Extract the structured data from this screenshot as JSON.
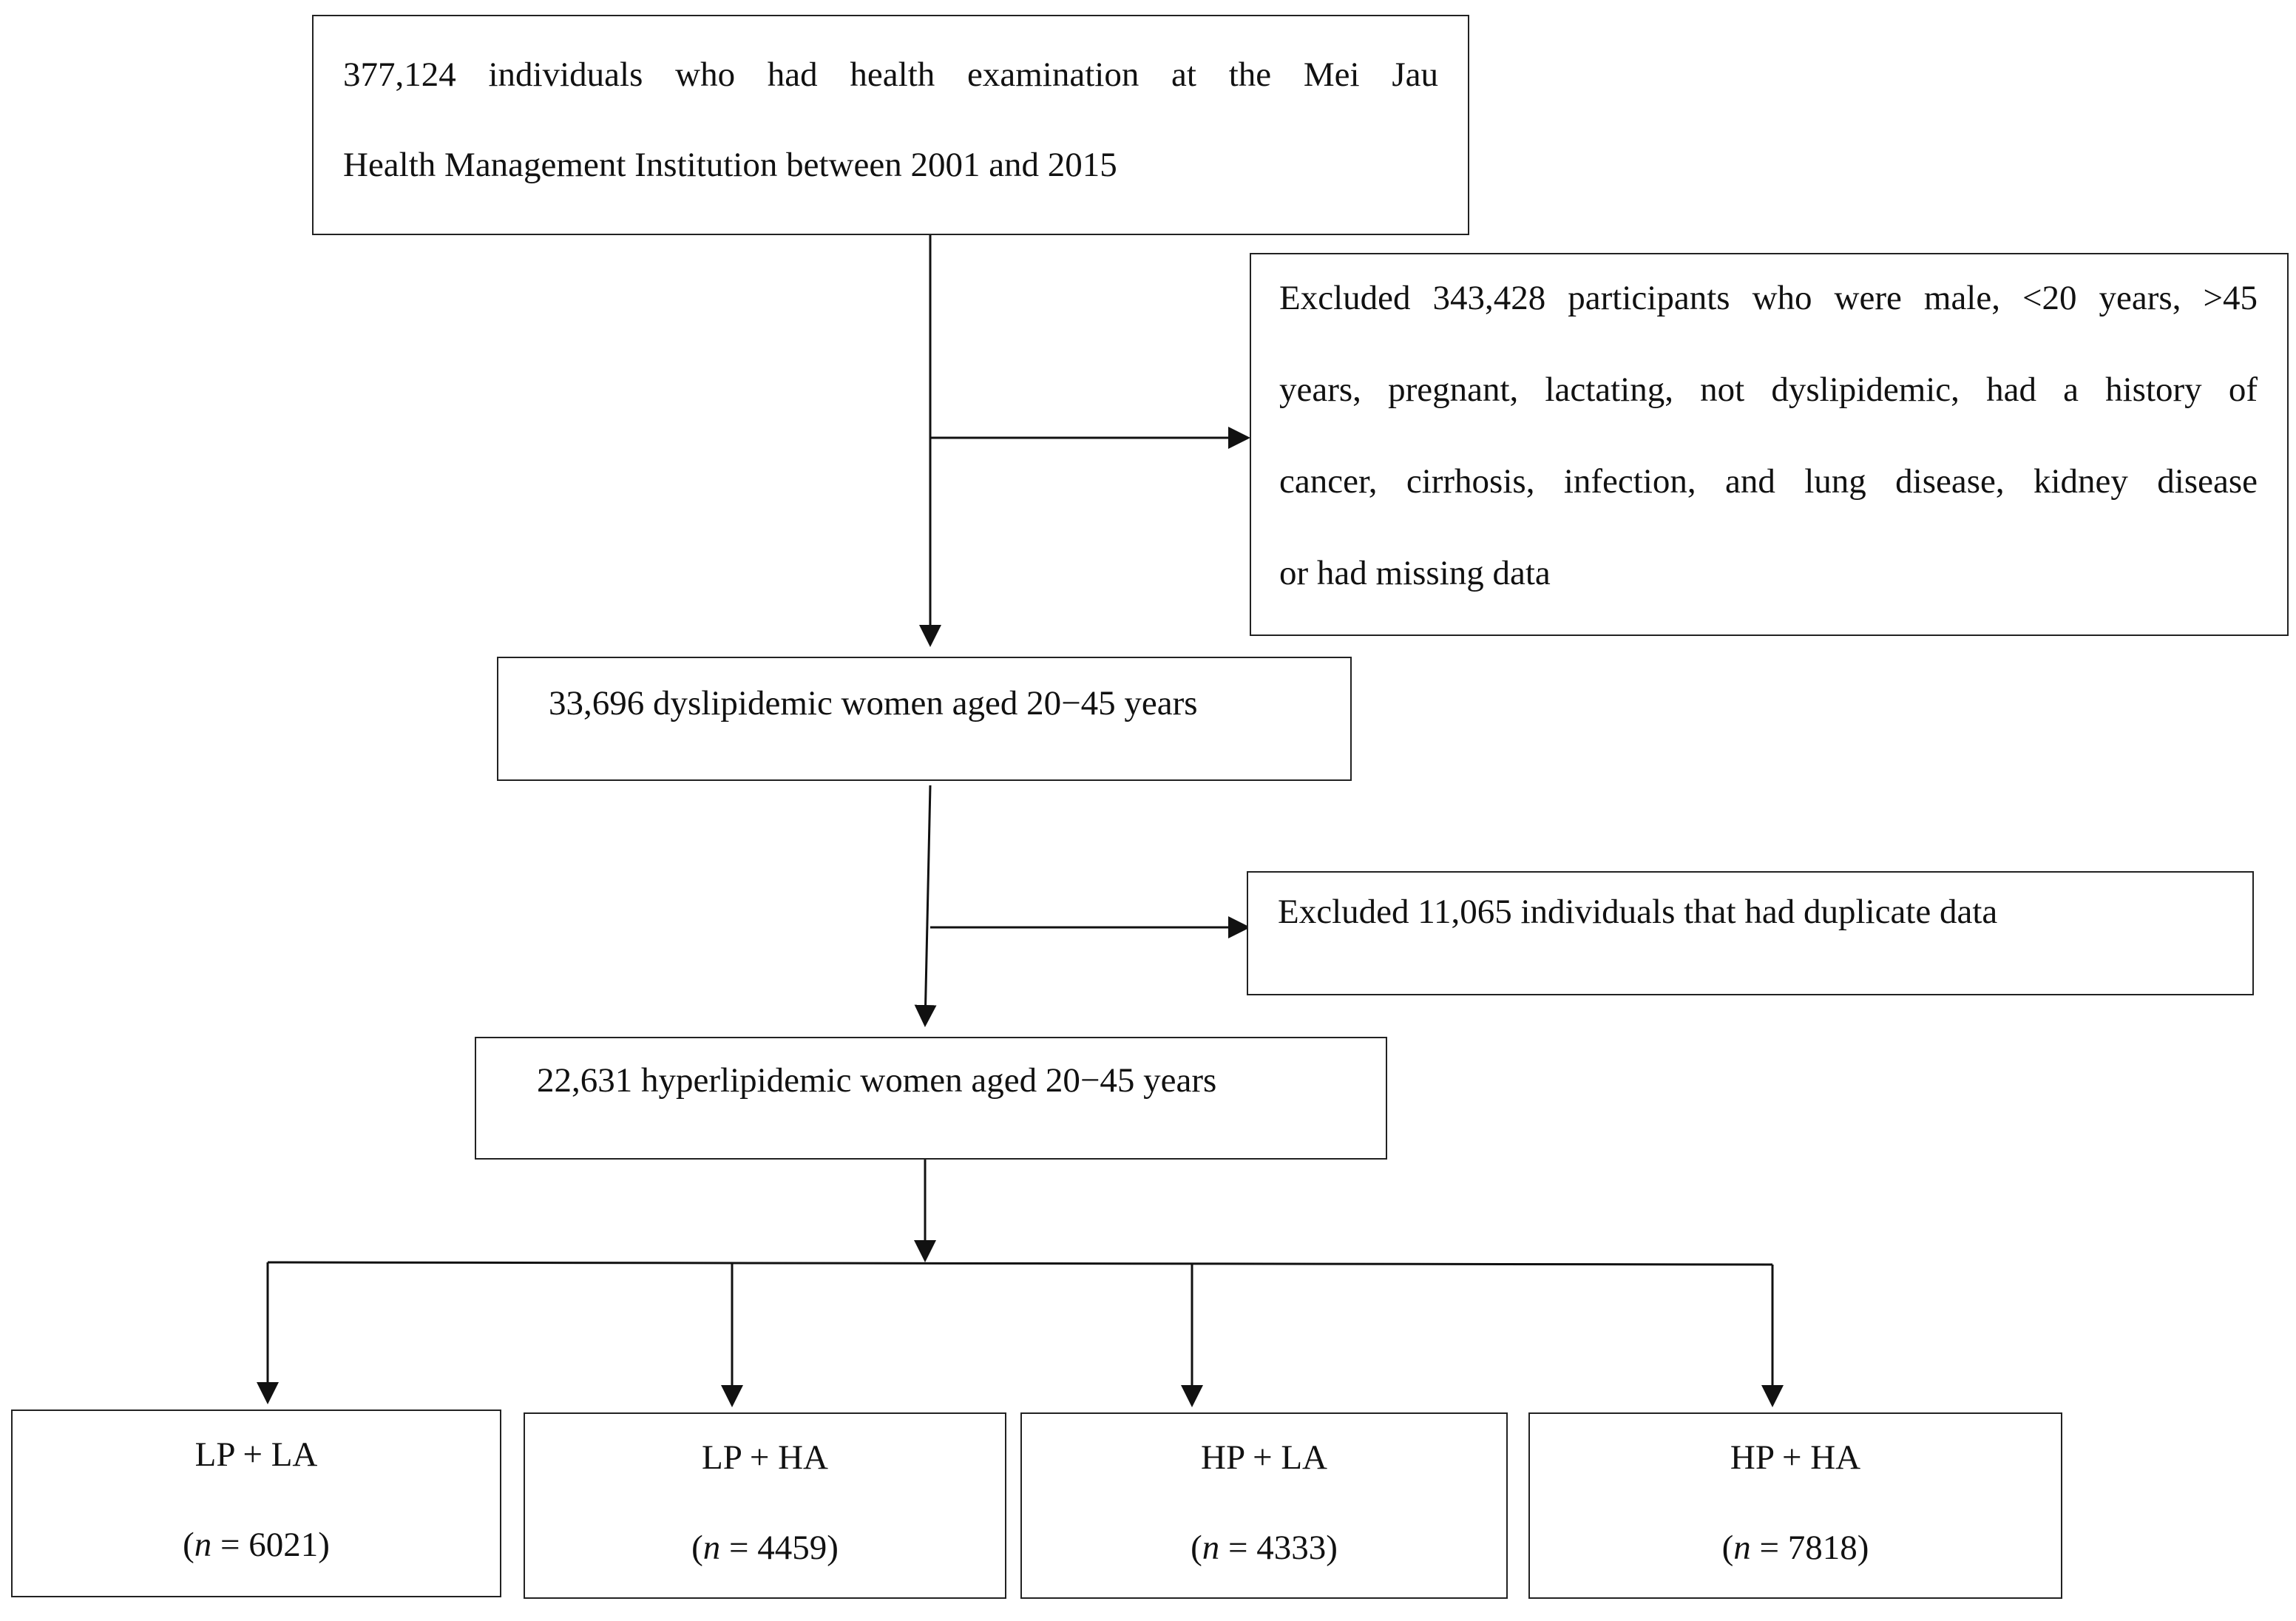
{
  "start": {
    "line1": "377,124 individuals who had health examination at the Mei Jau",
    "line2": "Health Management Institution between 2001 and 2015"
  },
  "exclusion1": {
    "line1": "Excluded 343,428 participants who were male, <20 years, >45",
    "line2": "years, pregnant, lactating, not dyslipidemic, had a history of",
    "line3": "cancer, cirrhosis, infection, and lung disease, kidney disease",
    "line4": "or had missing data"
  },
  "step2": {
    "text": "33,696  dyslipidemic women aged 20−45 years"
  },
  "exclusion2": {
    "text": "Excluded 11,065 individuals that had duplicate data"
  },
  "step3": {
    "text": "22,631 hyperlipidemic women  aged 20−45 years"
  },
  "groups": [
    {
      "label": "LP + LA",
      "n_prefix": "(",
      "n_var": "n",
      "n_suffix": " = 6021)"
    },
    {
      "label": "LP + HA",
      "n_prefix": "(",
      "n_var": "n",
      "n_suffix": " = 4459)"
    },
    {
      "label": "HP + LA",
      "n_prefix": "(",
      "n_var": "n",
      "n_suffix": " = 4333)"
    },
    {
      "label": "HP + HA",
      "n_prefix": "(",
      "n_var": "n",
      "n_suffix": " = 7818)"
    }
  ]
}
